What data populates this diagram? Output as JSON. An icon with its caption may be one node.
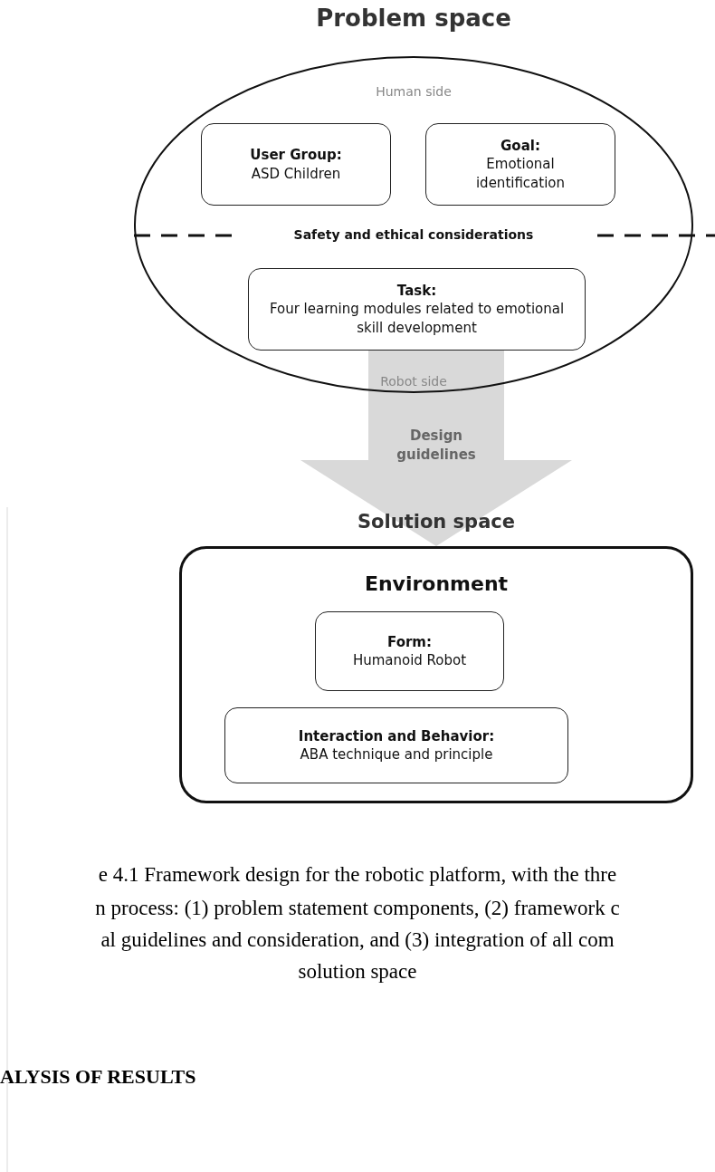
{
  "diagram": {
    "nodes": [
      {
        "text": [
          "Problem space",
          "Human side",
          "Safety and ethical considerations",
          "Robot side"
        ]
      },
      {
        "text": [
          "User Group:",
          "ASD Children"
        ],
        "in": 0
      },
      {
        "text": [
          "Goal:",
          "Emotional identification"
        ],
        "in": 0
      },
      {
        "text": [
          "Task:",
          "Four learning modules related to emotional skill development"
        ],
        "in": 0
      },
      {
        "text": [
          "Solution space",
          "Environment"
        ]
      },
      {
        "text": [
          "Form:",
          "Humanoid Robot"
        ],
        "in": 4
      },
      {
        "text": [
          "Interaction and Behavior:",
          "ABA technique and principle"
        ],
        "in": 4
      }
    ],
    "edges": [
      {
        "from": 0,
        "to": 4,
        "arrow": "to",
        "label": "Design guidelines",
        "color": "#d9d9d9"
      }
    ],
    "labels": [
      "e 4.1 Framework design for the robotic platform, with the thre",
      "n process: (1) problem statement components, (2) framework c",
      "al guidelines and consideration, and (3) integration of all com",
      "solution space",
      "ALYSIS OF RESULTS"
    ]
  }
}
